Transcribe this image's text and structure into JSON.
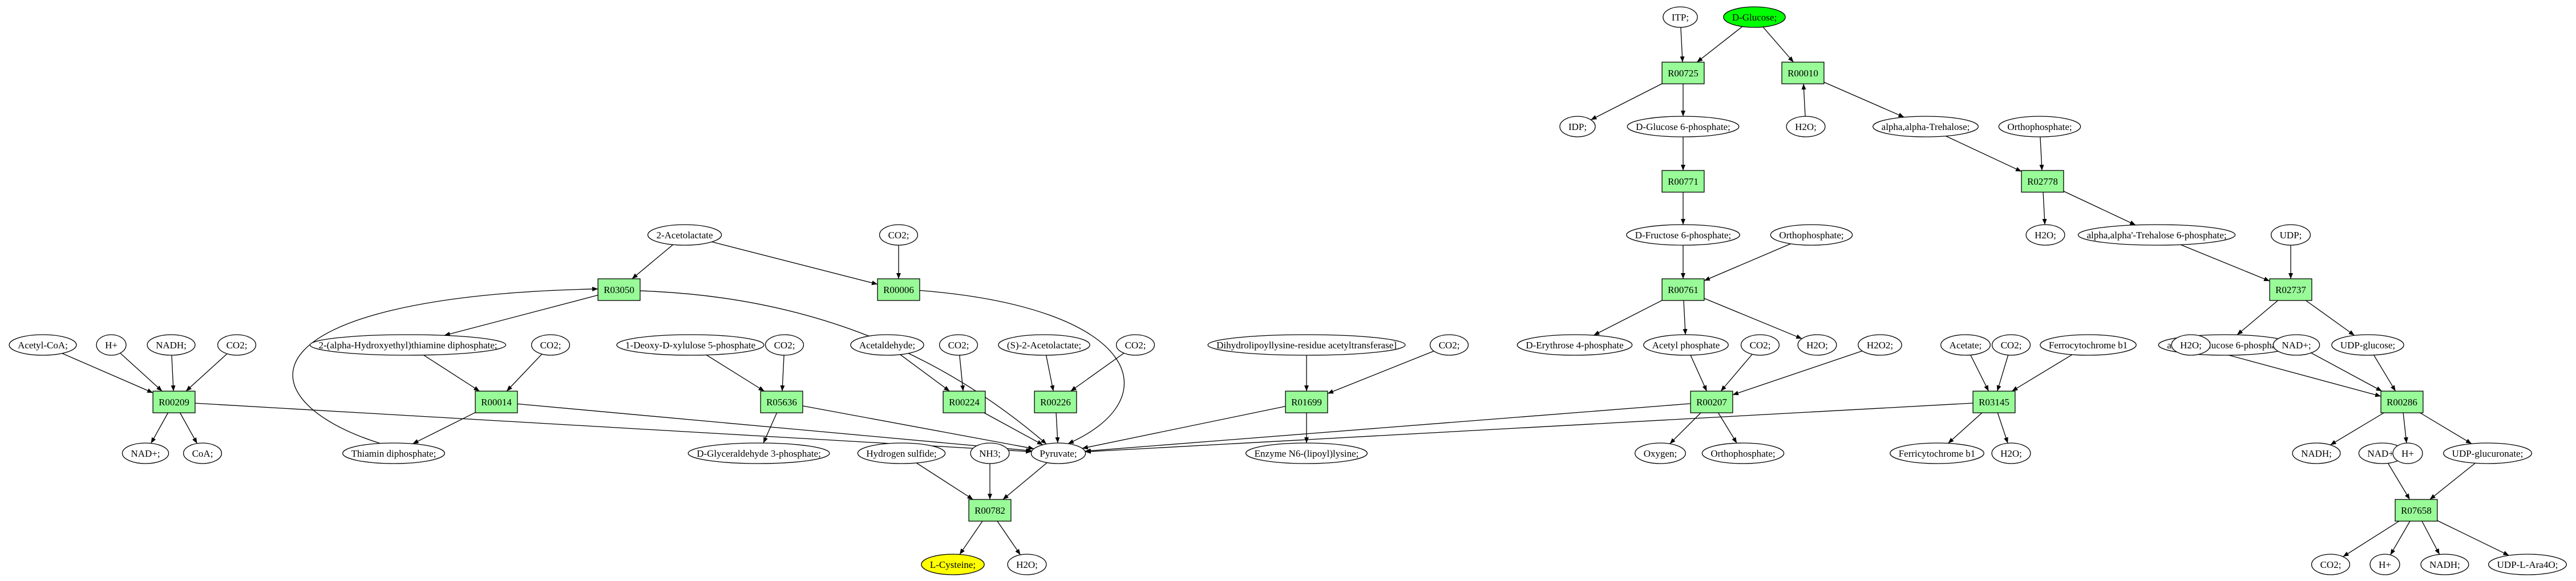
{
  "colors": {
    "reaction_fill": "#98fb98",
    "metabolite_fill": "#ffffff",
    "start_fill": "#00ff00",
    "target_fill": "#ffff00",
    "stroke": "#000000"
  },
  "nodes": [
    {
      "id": "itp",
      "label": "ITP;",
      "kind": "metabolite"
    },
    {
      "id": "dglucose",
      "label": "D-Glucose;",
      "kind": "start"
    },
    {
      "id": "r00725",
      "label": "R00725",
      "kind": "reaction"
    },
    {
      "id": "r00010",
      "label": "R00010",
      "kind": "reaction"
    },
    {
      "id": "idp",
      "label": "IDP;",
      "kind": "metabolite"
    },
    {
      "id": "dg6p",
      "label": "D-Glucose 6-phosphate;",
      "kind": "metabolite"
    },
    {
      "id": "h2o_r10",
      "label": "H2O;",
      "kind": "metabolite"
    },
    {
      "id": "trehalose",
      "label": "alpha,alpha-Trehalose;",
      "kind": "metabolite"
    },
    {
      "id": "ortho_top",
      "label": "Orthophosphate;",
      "kind": "metabolite"
    },
    {
      "id": "r00771",
      "label": "R00771",
      "kind": "reaction"
    },
    {
      "id": "r02778",
      "label": "R02778",
      "kind": "reaction"
    },
    {
      "id": "h2o_r2778",
      "label": "H2O;",
      "kind": "metabolite"
    },
    {
      "id": "tre6p",
      "label": "alpha,alpha'-Trehalose 6-phosphate;",
      "kind": "metabolite"
    },
    {
      "id": "udp",
      "label": "UDP;",
      "kind": "metabolite"
    },
    {
      "id": "r02737",
      "label": "R02737",
      "kind": "reaction"
    },
    {
      "id": "adg6p",
      "label": "alpha-D-Glucose 6-phosphate",
      "kind": "metabolite"
    },
    {
      "id": "udpglucose",
      "label": "UDP-glucose;",
      "kind": "metabolite"
    },
    {
      "id": "df6p",
      "label": "D-Fructose 6-phosphate;",
      "kind": "metabolite"
    },
    {
      "id": "ortho_mid",
      "label": "Orthophosphate;",
      "kind": "metabolite"
    },
    {
      "id": "r00761",
      "label": "R00761",
      "kind": "reaction"
    },
    {
      "id": "de4p",
      "label": "D-Erythrose 4-phosphate",
      "kind": "metabolite"
    },
    {
      "id": "acetylp",
      "label": "Acetyl phosphate",
      "kind": "metabolite"
    },
    {
      "id": "co2_r207",
      "label": "CO2;",
      "kind": "metabolite"
    },
    {
      "id": "h2o_r761",
      "label": "H2O;",
      "kind": "metabolite"
    },
    {
      "id": "h2o2",
      "label": "H2O2;",
      "kind": "metabolite"
    },
    {
      "id": "r00207",
      "label": "R00207",
      "kind": "reaction"
    },
    {
      "id": "oxygen",
      "label": "Oxygen;",
      "kind": "metabolite"
    },
    {
      "id": "ortho_bot",
      "label": "Orthophosphate;",
      "kind": "metabolite"
    },
    {
      "id": "acetate",
      "label": "Acetate;",
      "kind": "metabolite"
    },
    {
      "id": "co2_r3145",
      "label": "CO2;",
      "kind": "metabolite"
    },
    {
      "id": "ferrocyt",
      "label": "Ferrocytochrome b1",
      "kind": "metabolite"
    },
    {
      "id": "r03145",
      "label": "R03145",
      "kind": "reaction"
    },
    {
      "id": "ferricyt",
      "label": "Ferricytochrome b1",
      "kind": "metabolite"
    },
    {
      "id": "h2o_r3145",
      "label": "H2O;",
      "kind": "metabolite"
    },
    {
      "id": "h2o_r286",
      "label": "H2O;",
      "kind": "metabolite"
    },
    {
      "id": "nadp_r286",
      "label": "NAD+;",
      "kind": "metabolite"
    },
    {
      "id": "r00286",
      "label": "R00286",
      "kind": "reaction"
    },
    {
      "id": "nadh_r286",
      "label": "NADH;",
      "kind": "metabolite"
    },
    {
      "id": "nadp_r7658",
      "label": "NAD+;",
      "kind": "metabolite"
    },
    {
      "id": "hplus_r286",
      "label": "H+",
      "kind": "metabolite"
    },
    {
      "id": "udpglcua",
      "label": "UDP-glucuronate;",
      "kind": "metabolite"
    },
    {
      "id": "r07658",
      "label": "R07658",
      "kind": "reaction"
    },
    {
      "id": "co2_r7658",
      "label": "CO2;",
      "kind": "metabolite"
    },
    {
      "id": "hplus_r7658",
      "label": "H+",
      "kind": "metabolite"
    },
    {
      "id": "nadh_r7658",
      "label": "NADH;",
      "kind": "metabolite"
    },
    {
      "id": "udpara4o",
      "label": "UDP-L-Ara4O;",
      "kind": "metabolite"
    },
    {
      "id": "acetolactate",
      "label": "2-Acetolactate",
      "kind": "metabolite"
    },
    {
      "id": "co2_r06",
      "label": "CO2;",
      "kind": "metabolite"
    },
    {
      "id": "r03050",
      "label": "R03050",
      "kind": "reaction"
    },
    {
      "id": "r00006",
      "label": "R00006",
      "kind": "reaction"
    },
    {
      "id": "hetdp",
      "label": "2-(alpha-Hydroxyethyl)thiamine diphosphate;",
      "kind": "metabolite"
    },
    {
      "id": "co2_r14",
      "label": "CO2;",
      "kind": "metabolite"
    },
    {
      "id": "acetylcoa",
      "label": "Acetyl-CoA;",
      "kind": "metabolite"
    },
    {
      "id": "hplus_r209",
      "label": "H+",
      "kind": "metabolite"
    },
    {
      "id": "nadh_r209",
      "label": "NADH;",
      "kind": "metabolite"
    },
    {
      "id": "co2_r209",
      "label": "CO2;",
      "kind": "metabolite"
    },
    {
      "id": "r00209",
      "label": "R00209",
      "kind": "reaction"
    },
    {
      "id": "r00014",
      "label": "R00014",
      "kind": "reaction"
    },
    {
      "id": "nadp_r209",
      "label": "NAD+;",
      "kind": "metabolite"
    },
    {
      "id": "coa",
      "label": "CoA;",
      "kind": "metabolite"
    },
    {
      "id": "thiamin",
      "label": "Thiamin diphosphate;",
      "kind": "metabolite"
    },
    {
      "id": "deoxyxyl",
      "label": "1-Deoxy-D-xylulose 5-phosphate",
      "kind": "metabolite"
    },
    {
      "id": "co2_r5636",
      "label": "CO2;",
      "kind": "metabolite"
    },
    {
      "id": "r05636",
      "label": "R05636",
      "kind": "reaction"
    },
    {
      "id": "dga3p",
      "label": "D-Glyceraldehyde 3-phosphate;",
      "kind": "metabolite"
    },
    {
      "id": "acetaldehyde",
      "label": "Acetaldehyde;",
      "kind": "metabolite"
    },
    {
      "id": "co2_r224",
      "label": "CO2;",
      "kind": "metabolite"
    },
    {
      "id": "r00224",
      "label": "R00224",
      "kind": "reaction"
    },
    {
      "id": "sacetolactate",
      "label": "(S)-2-Acetolactate;",
      "kind": "metabolite"
    },
    {
      "id": "co2_r226",
      "label": "CO2;",
      "kind": "metabolite"
    },
    {
      "id": "r00226",
      "label": "R00226",
      "kind": "reaction"
    },
    {
      "id": "dihydro",
      "label": "Dihydrolipoyllysine-residue acetyltransferase]",
      "kind": "metabolite"
    },
    {
      "id": "co2_r1699",
      "label": "CO2;",
      "kind": "metabolite"
    },
    {
      "id": "r01699",
      "label": "R01699",
      "kind": "reaction"
    },
    {
      "id": "enzyme",
      "label": "Enzyme N6-(lipoyl)lysine;",
      "kind": "metabolite"
    },
    {
      "id": "pyruvate",
      "label": "Pyruvate;",
      "kind": "metabolite"
    },
    {
      "id": "h2s",
      "label": "Hydrogen sulfide;",
      "kind": "metabolite"
    },
    {
      "id": "nh3",
      "label": "NH3;",
      "kind": "metabolite"
    },
    {
      "id": "r00782",
      "label": "R00782",
      "kind": "reaction"
    },
    {
      "id": "lcysteine",
      "label": "L-Cysteine;",
      "kind": "target"
    },
    {
      "id": "h2o_r782",
      "label": "H2O;",
      "kind": "metabolite"
    }
  ],
  "edges": [
    [
      "itp",
      "r00725"
    ],
    [
      "dglucose",
      "r00725"
    ],
    [
      "dglucose",
      "r00010"
    ],
    [
      "r00725",
      "idp"
    ],
    [
      "r00725",
      "dg6p"
    ],
    [
      "dg6p",
      "r00771"
    ],
    [
      "r00771",
      "df6p"
    ],
    [
      "h2o_r10",
      "r00010"
    ],
    [
      "r00010",
      "trehalose"
    ],
    [
      "trehalose",
      "r02778"
    ],
    [
      "ortho_top",
      "r02778"
    ],
    [
      "r02778",
      "h2o_r2778"
    ],
    [
      "r02778",
      "tre6p"
    ],
    [
      "tre6p",
      "r02737"
    ],
    [
      "udp",
      "r02737"
    ],
    [
      "r02737",
      "adg6p"
    ],
    [
      "r02737",
      "udpglucose"
    ],
    [
      "df6p",
      "r00761"
    ],
    [
      "ortho_mid",
      "r00761"
    ],
    [
      "r00761",
      "de4p"
    ],
    [
      "r00761",
      "acetylp"
    ],
    [
      "r00761",
      "h2o_r761"
    ],
    [
      "acetylp",
      "r00207"
    ],
    [
      "co2_r207",
      "r00207"
    ],
    [
      "h2o2",
      "r00207"
    ],
    [
      "r00207",
      "oxygen"
    ],
    [
      "r00207",
      "ortho_bot"
    ],
    [
      "r00207",
      "pyruvate"
    ],
    [
      "acetate",
      "r03145"
    ],
    [
      "co2_r3145",
      "r03145"
    ],
    [
      "ferrocyt",
      "r03145"
    ],
    [
      "r03145",
      "ferricyt"
    ],
    [
      "r03145",
      "h2o_r3145"
    ],
    [
      "r03145",
      "pyruvate"
    ],
    [
      "udpglucose",
      "r00286"
    ],
    [
      "h2o_r286",
      "r00286"
    ],
    [
      "nadp_r286",
      "r00286"
    ],
    [
      "r00286",
      "nadh_r286"
    ],
    [
      "r00286",
      "hplus_r286"
    ],
    [
      "r00286",
      "udpglcua"
    ],
    [
      "udpglcua",
      "r07658"
    ],
    [
      "nadp_r7658",
      "r07658"
    ],
    [
      "r07658",
      "co2_r7658"
    ],
    [
      "r07658",
      "hplus_r7658"
    ],
    [
      "r07658",
      "nadh_r7658"
    ],
    [
      "r07658",
      "udpara4o"
    ],
    [
      "acetolactate",
      "r03050"
    ],
    [
      "acetolactate",
      "r00006"
    ],
    [
      "co2_r06",
      "r00006"
    ],
    [
      "r00006",
      "pyruvate"
    ],
    [
      "r03050",
      "hetdp"
    ],
    [
      "r03050",
      "pyruvate"
    ],
    [
      "thiamin",
      "r03050"
    ],
    [
      "hetdp",
      "r00014"
    ],
    [
      "co2_r14",
      "r00014"
    ],
    [
      "r00014",
      "thiamin"
    ],
    [
      "r00014",
      "pyruvate"
    ],
    [
      "acetylcoa",
      "r00209"
    ],
    [
      "hplus_r209",
      "r00209"
    ],
    [
      "nadh_r209",
      "r00209"
    ],
    [
      "co2_r209",
      "r00209"
    ],
    [
      "r00209",
      "nadp_r209"
    ],
    [
      "r00209",
      "coa"
    ],
    [
      "r00209",
      "pyruvate"
    ],
    [
      "deoxyxyl",
      "r05636"
    ],
    [
      "co2_r5636",
      "r05636"
    ],
    [
      "r05636",
      "dga3p"
    ],
    [
      "r05636",
      "pyruvate"
    ],
    [
      "acetaldehyde",
      "r00224"
    ],
    [
      "co2_r224",
      "r00224"
    ],
    [
      "r00224",
      "pyruvate"
    ],
    [
      "sacetolactate",
      "r00226"
    ],
    [
      "co2_r226",
      "r00226"
    ],
    [
      "r00226",
      "pyruvate"
    ],
    [
      "dihydro",
      "r01699"
    ],
    [
      "co2_r1699",
      "r01699"
    ],
    [
      "r01699",
      "enzyme"
    ],
    [
      "r01699",
      "pyruvate"
    ],
    [
      "pyruvate",
      "r00782"
    ],
    [
      "h2s",
      "r00782"
    ],
    [
      "nh3",
      "r00782"
    ],
    [
      "r00782",
      "lcysteine"
    ],
    [
      "r00782",
      "h2o_r782"
    ]
  ]
}
